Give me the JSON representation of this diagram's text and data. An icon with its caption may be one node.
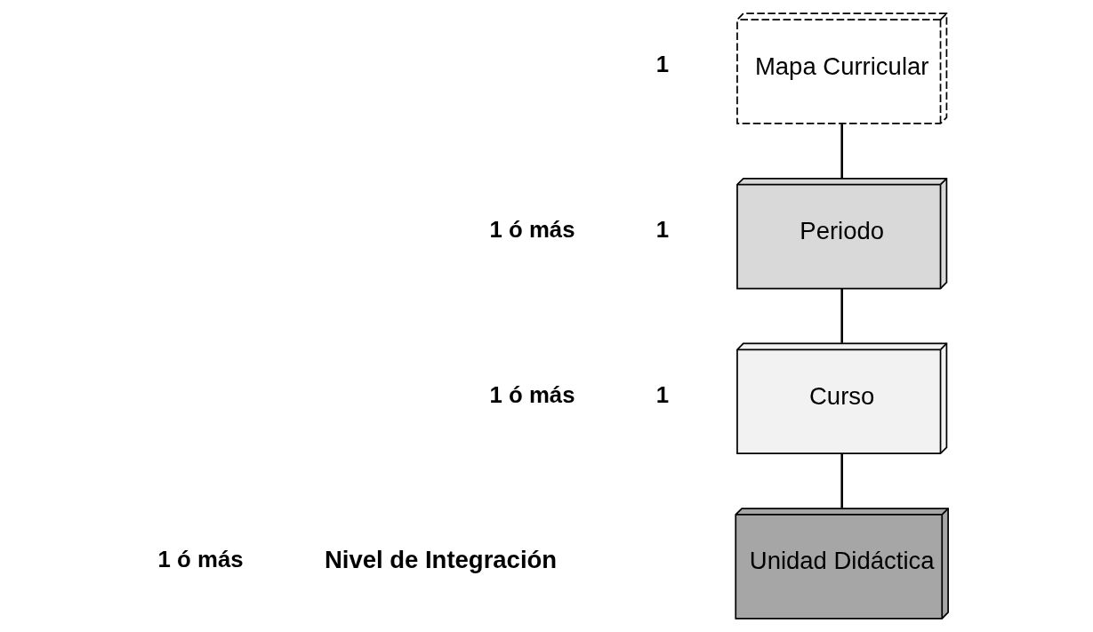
{
  "diagram": {
    "nodes": [
      {
        "text": [
          "Mapa Curricular"
        ]
      },
      {
        "text": [
          "Periodo"
        ]
      },
      {
        "text": [
          "Curso"
        ]
      },
      {
        "text": [
          "Unidad Didáctica"
        ]
      }
    ],
    "edges": [
      {
        "from": 0,
        "to": 1,
        "arrow": "none"
      },
      {
        "from": 1,
        "to": 2,
        "arrow": "none"
      },
      {
        "from": 2,
        "to": 3,
        "arrow": "none"
      }
    ],
    "labels": [
      "1",
      "1 ó más",
      "1",
      "1 ó más",
      "1",
      "1 ó más",
      "Nivel de Integración"
    ]
  }
}
